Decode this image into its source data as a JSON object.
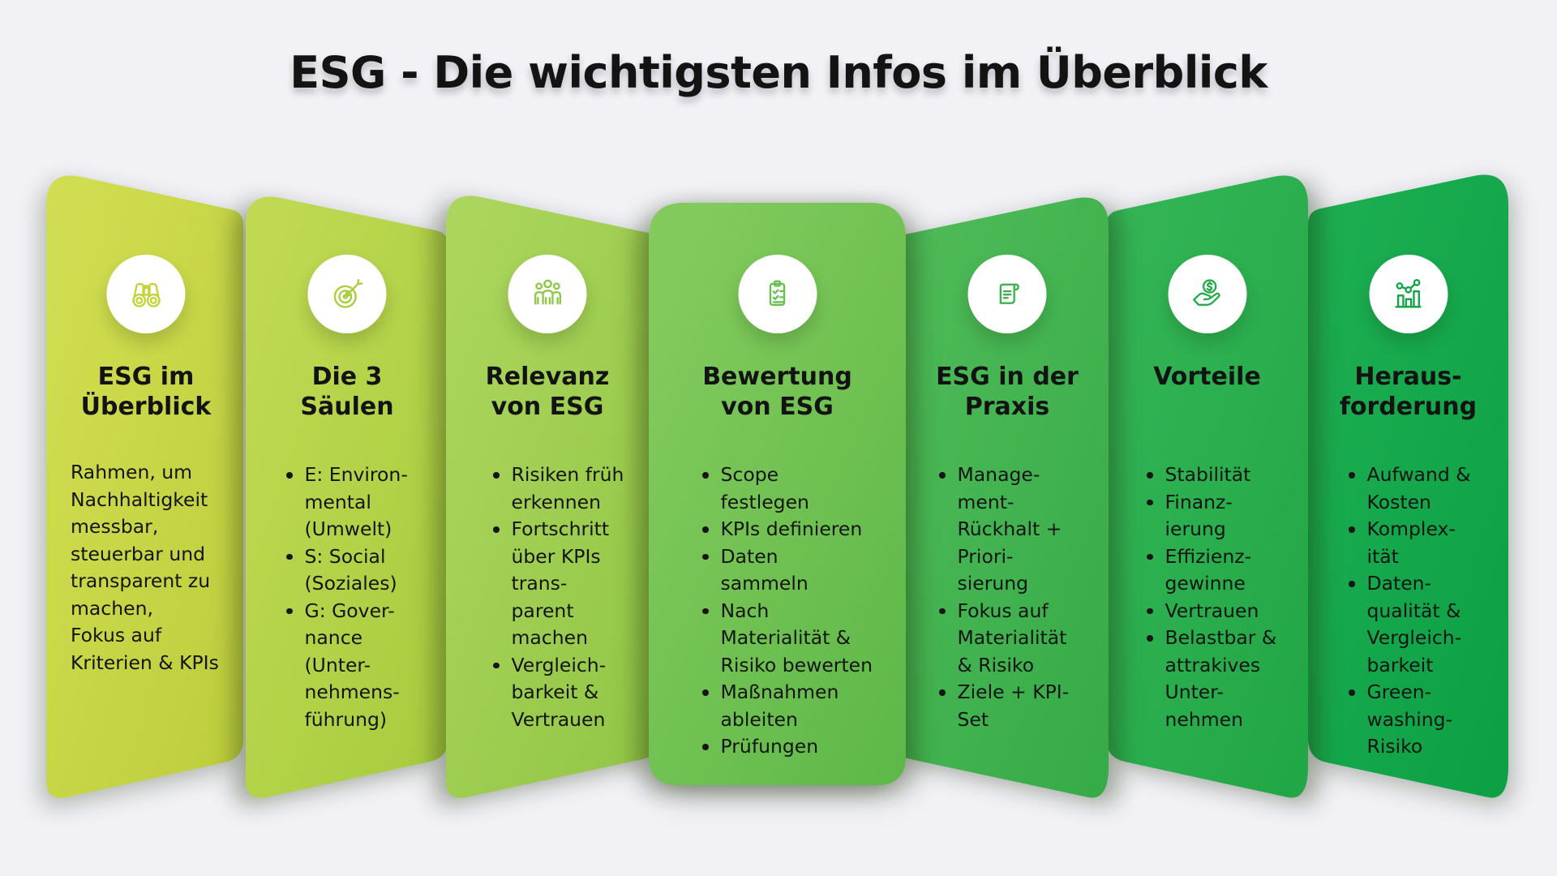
{
  "title": "ESG - Die wichtigsten Infos im Überblick",
  "background_color": "#f1f1f6",
  "text_color": "#141414",
  "cards": [
    {
      "name": "esg-im-ueberblick",
      "title": "ESG im\nÜberblick",
      "icon": "binoculars-icon",
      "colors": {
        "fill_light": "#d0dd50",
        "fill_dark": "#bccd3c",
        "icon": "#c2d336"
      },
      "paragraph": "Rahmen, um\nNachhaltigkeit\nmessbar,\nsteuerbar und\ntransparent zu\nmachen,\nFokus auf\nKriterien & KPIs",
      "bullets": []
    },
    {
      "name": "die-3-saeulen",
      "title": "Die 3\nSäulen",
      "icon": "target-icon",
      "colors": {
        "fill_light": "#bfd952",
        "fill_dark": "#a6cb3e",
        "icon": "#a9ce3d"
      },
      "bullets": [
        "E:  Environ-\nmental\n(Umwelt)",
        "S: Social\n(Soziales)",
        "G:  Gover-\nnance\n(Unter-\nnehmens-\nführung)"
      ]
    },
    {
      "name": "relevanz-von-esg",
      "title": "Relevanz\nvon ESG",
      "icon": "people-icon",
      "colors": {
        "fill_light": "#abd55c",
        "fill_dark": "#90c544",
        "icon": "#8fc848"
      },
      "bullets": [
        "Risiken früh\nerkennen",
        "Fortschritt\nüber KPIs\ntrans-\nparent\nmachen",
        "Vergleich-\nbarkeit &\nVertrauen"
      ]
    },
    {
      "name": "bewertung-von-esg",
      "title": "Bewertung\nvon ESG",
      "icon": "clipboard-checklist-icon",
      "colors": {
        "fill_light": "#83ca5d",
        "fill_dark": "#5cb847",
        "icon": "#66c04f"
      },
      "bullets": [
        "Scope\nfestlegen",
        "KPIs definieren",
        "Daten\nsammeln",
        "Nach\nMaterialität &\nRisiko bewerten",
        "Maßnahmen\nableiten",
        "Prüfungen"
      ]
    },
    {
      "name": "esg-in-der-praxis",
      "title": "ESG in der\nPraxis",
      "icon": "scroll-icon",
      "colors": {
        "fill_light": "#4eba58",
        "fill_dark": "#35ab47",
        "icon": "#3db14e"
      },
      "bullets": [
        "Manage-\nment-\nRückhalt +\nPriori-\nsierung",
        "Fokus auf\nMaterialität\n& Risiko",
        "Ziele + KPI-\nSet"
      ]
    },
    {
      "name": "vorteile",
      "title": "Vorteile",
      "icon": "hand-coin-icon",
      "colors": {
        "fill_light": "#33b556",
        "fill_dark": "#21a645",
        "icon": "#28ab4b"
      },
      "bullets": [
        "Stabilität",
        "Finanz-\nierung",
        "Effizienz-\ngewinne",
        "Vertrauen",
        "Belastbar &\nattrakives\nUnter-\nnehmen"
      ]
    },
    {
      "name": "herausforderung",
      "title": "Heraus-\nforderung",
      "icon": "growth-chart-icon",
      "colors": {
        "fill_light": "#1cae51",
        "fill_dark": "#0d9f44",
        "icon": "#12a449"
      },
      "bullets": [
        "Aufwand &\nKosten",
        "Komplex-\nität",
        "Daten-\nqualität &\nVergleich-\nbarkeit",
        "Green-\nwashing-\nRisiko"
      ]
    }
  ]
}
